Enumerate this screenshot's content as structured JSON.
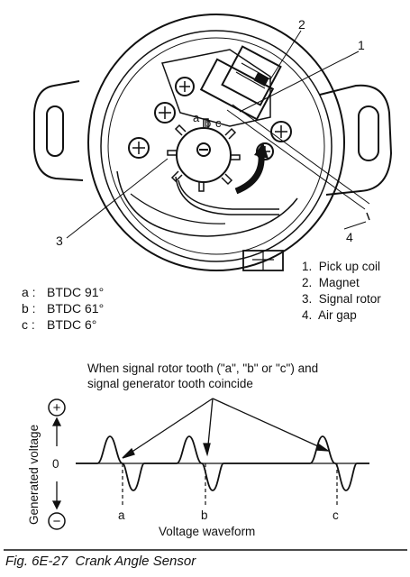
{
  "callouts": {
    "c1": "1",
    "c2": "2",
    "c3": "3",
    "c4": "4"
  },
  "tooth_labels": {
    "a": "a",
    "b": "b",
    "c": "c"
  },
  "timing": [
    {
      "key": "a :",
      "value": "BTDC 91°"
    },
    {
      "key": "b :",
      "value": "BTDC 61°"
    },
    {
      "key": "c :",
      "value": "BTDC 6°"
    }
  ],
  "legend": [
    "1.  Pick up coil",
    "2.  Magnet",
    "3.  Signal rotor",
    "4.  Air gap"
  ],
  "note_lines": [
    "When signal rotor tooth (\"a\", \"b\" or \"c\") and",
    "signal generator tooth coincide"
  ],
  "waveform": {
    "ylabel": "Generated voltage",
    "zero_label": "0",
    "plus_symbol": "+",
    "minus_symbol": "−",
    "xlabel": "Voltage waveform",
    "markers": [
      "a",
      "b",
      "c"
    ]
  },
  "caption": "Fig. 6E-27  Crank Angle Sensor"
}
